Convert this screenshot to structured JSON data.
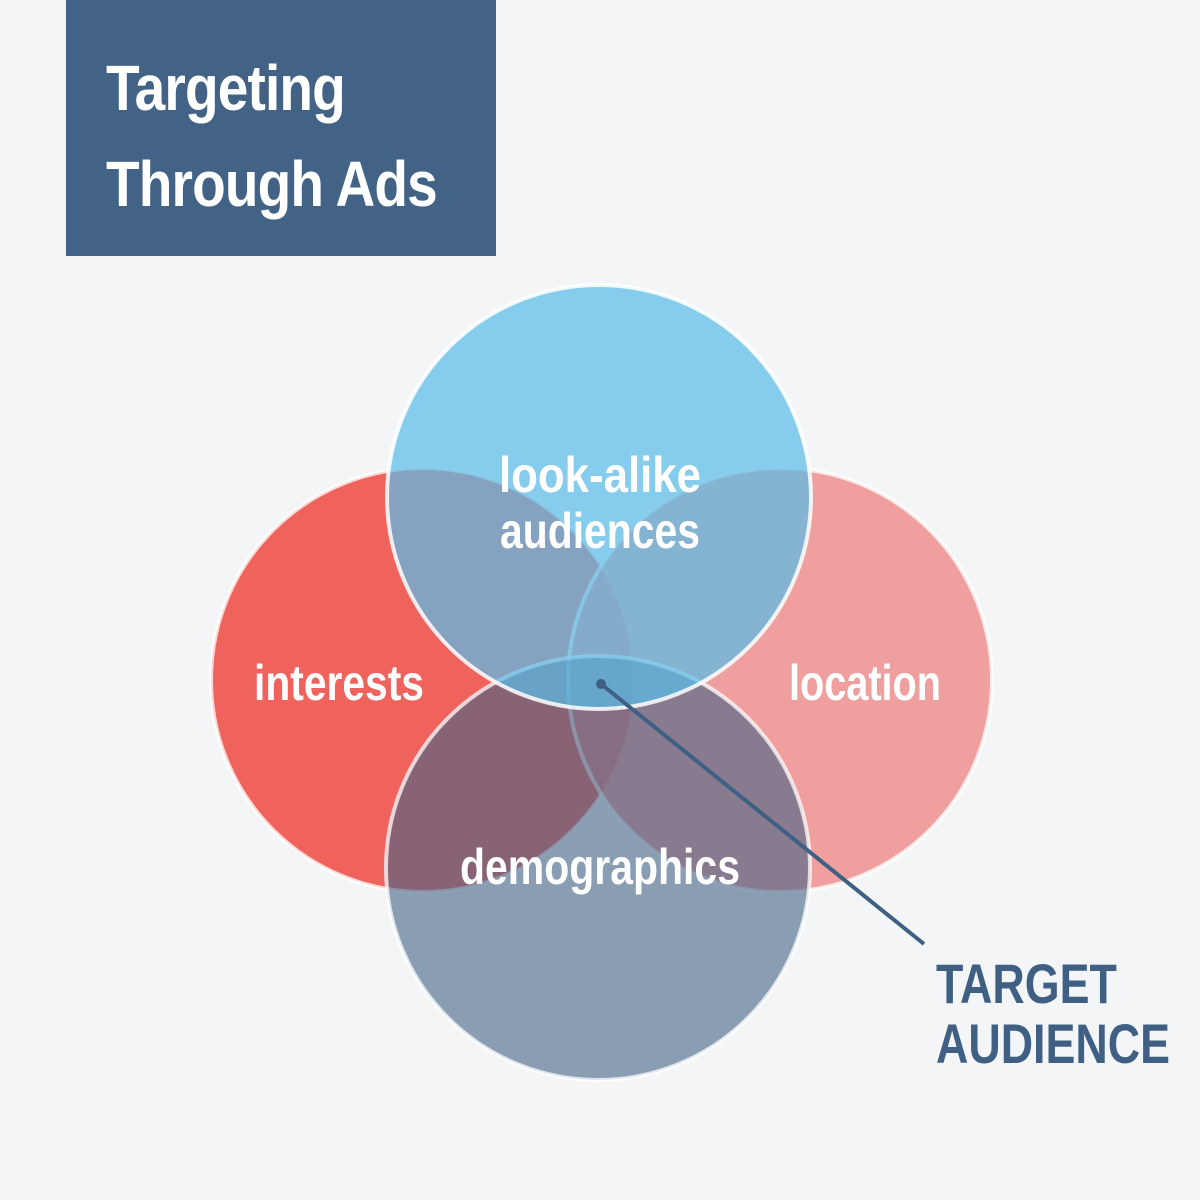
{
  "title": {
    "line1": "Targeting",
    "line2": "Through Ads"
  },
  "circles": {
    "top": {
      "label_line1": "look-alike",
      "label_line2": "audiences",
      "color": "#5bbce8"
    },
    "left": {
      "label": "interests",
      "color": "#f0524a"
    },
    "right": {
      "label": "location",
      "color": "#ee8a86"
    },
    "bottom": {
      "label": "demographics",
      "color": "#426386"
    }
  },
  "callout": {
    "line1": "TARGET",
    "line2": "AUDIENCE",
    "color": "#3f5f83"
  },
  "colors": {
    "background": "#f3f5f7",
    "title_box": "#426386"
  }
}
